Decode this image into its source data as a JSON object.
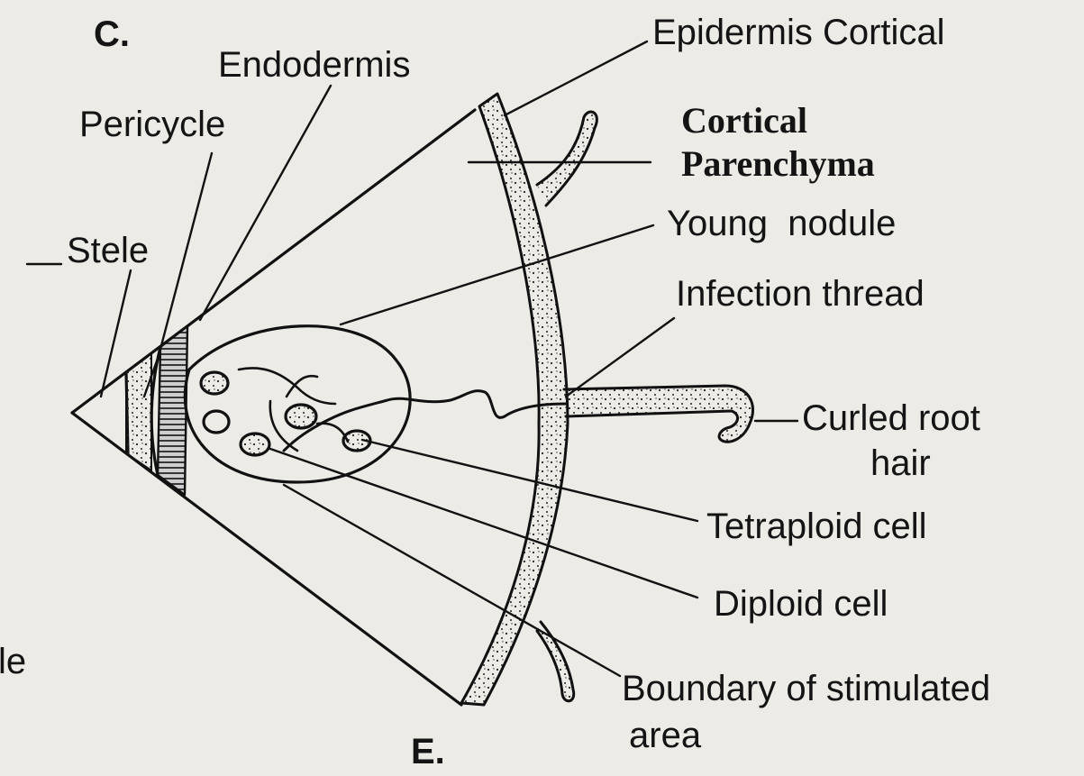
{
  "figure": {
    "panel_top": "C.",
    "panel_bottom": "E.",
    "edge_fragment": "le",
    "labels": {
      "epidermis_cortical": "Epidermis Cortical",
      "endodermis": "Endodermis",
      "pericycle": "Pericycle",
      "stele": "Stele",
      "cortical_parenchyma": [
        "Cortical",
        "Parenchyma"
      ],
      "young_nodule": "Young  nodule",
      "infection_thread": "Infection thread",
      "curled_root_hair": [
        "Curled root",
        "hair"
      ],
      "tetraploid_cell": "Tetraploid cell",
      "diploid_cell": "Diploid cell",
      "boundary_of_stimulated_area": [
        "Boundary of stimulated",
        "area"
      ]
    }
  }
}
